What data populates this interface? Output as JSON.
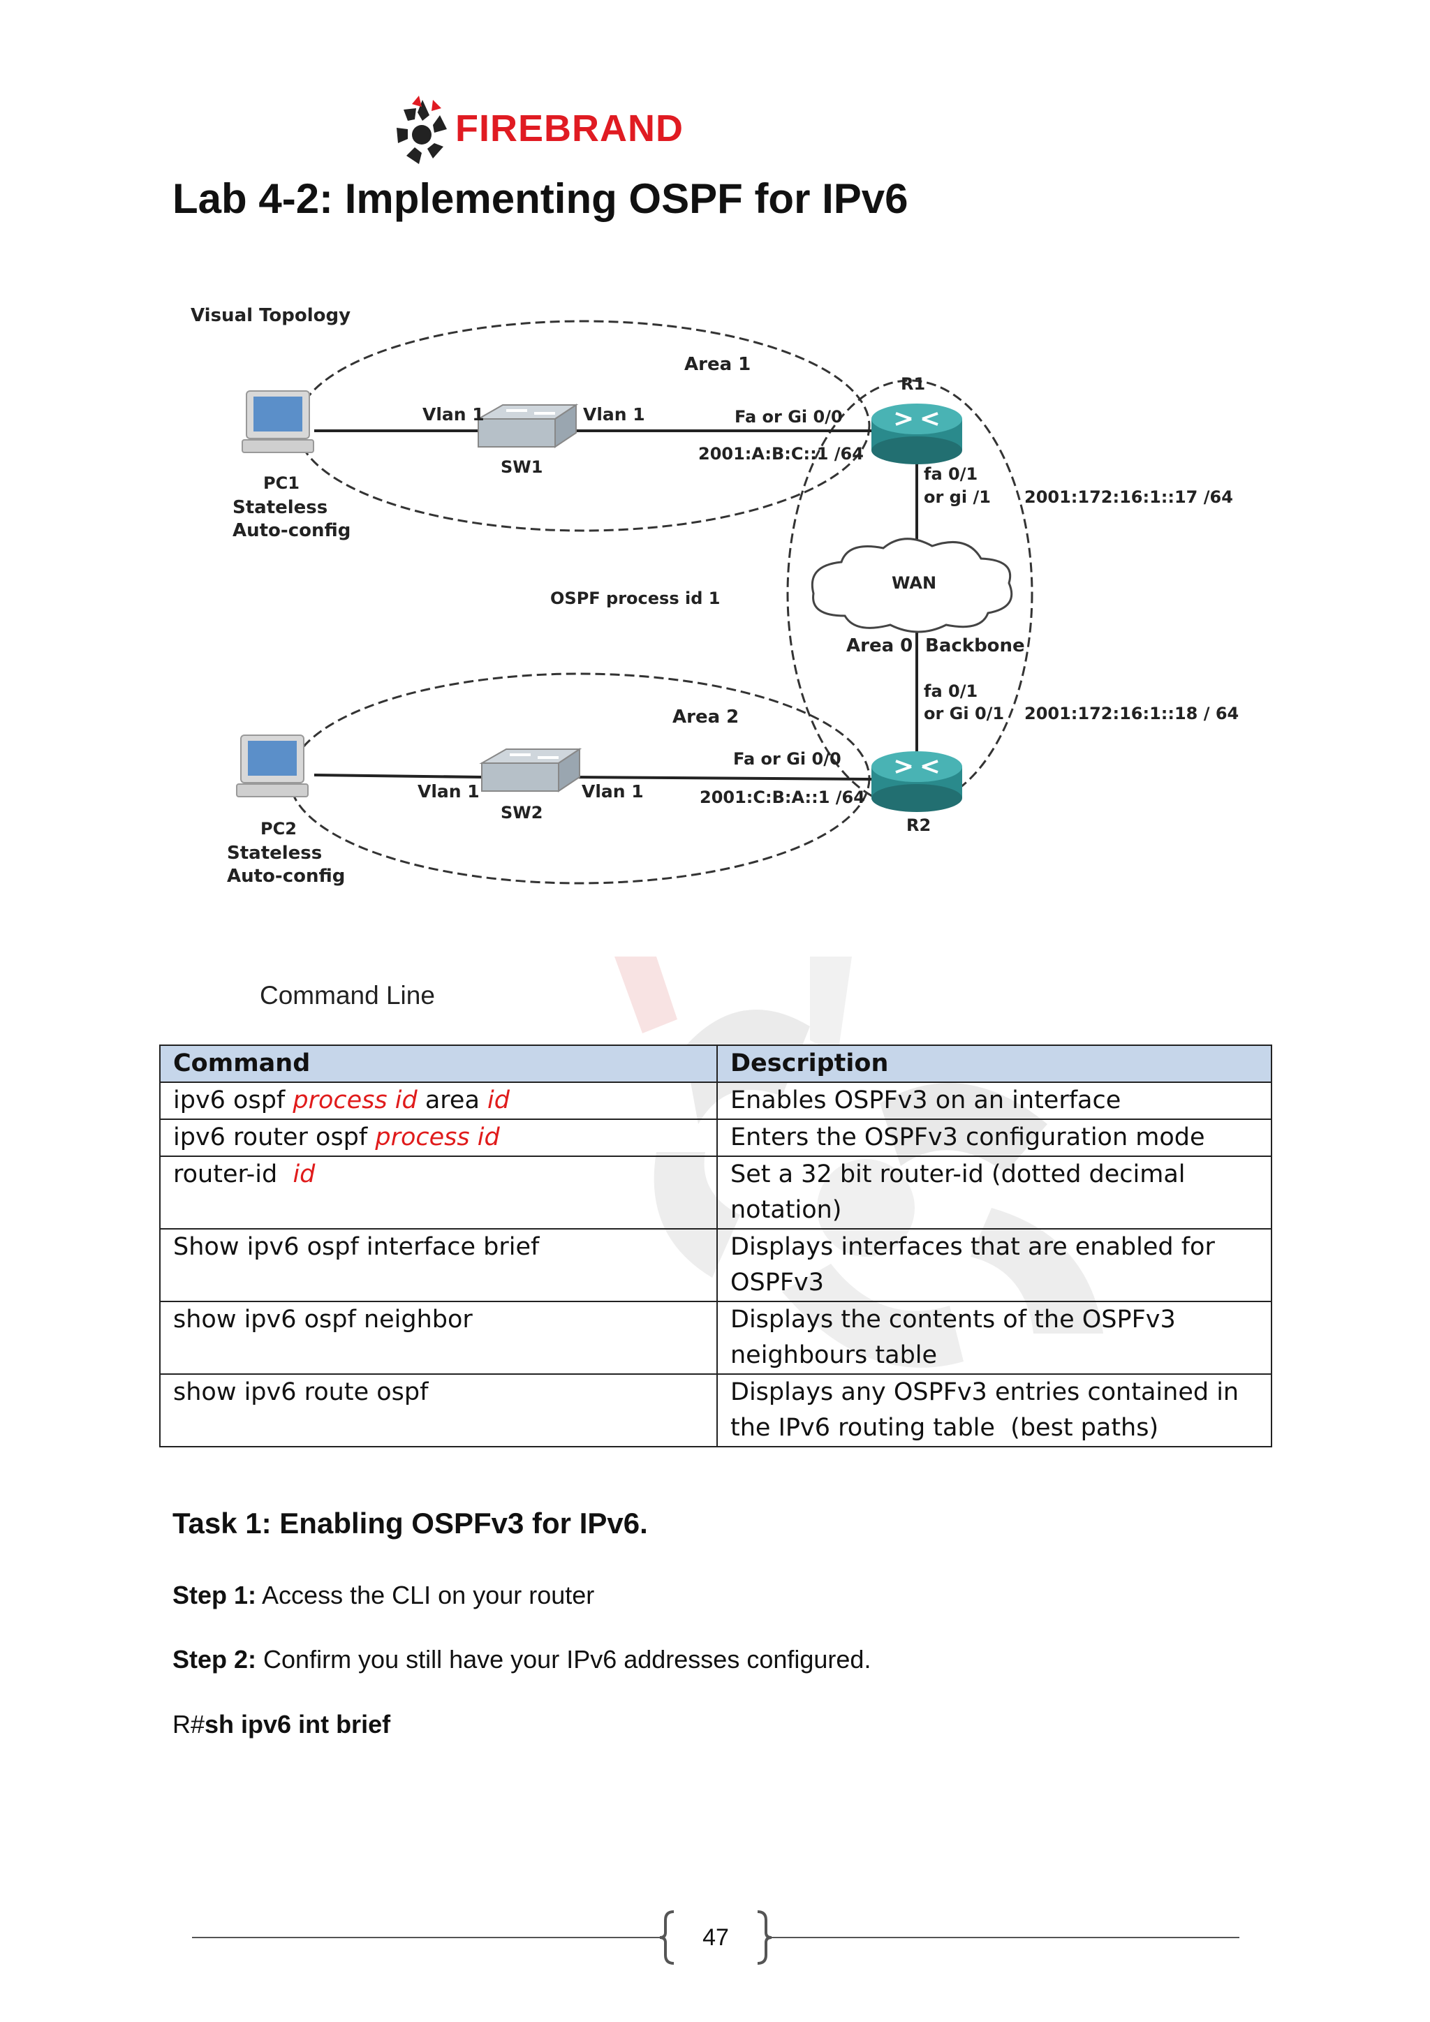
{
  "logo": {
    "text": "FIREBRAND"
  },
  "title": "Lab 4-2: Implementing OSPF for IPv6",
  "topology": {
    "visual_topology": "Visual Topology",
    "area1": "Area 1",
    "r1": "R1",
    "r2": "R2",
    "sw1": "SW1",
    "sw2": "SW2",
    "pc1": "PC1",
    "pc2": "PC2",
    "stateless": "Stateless",
    "autoconfig": "Auto-config",
    "vlan1": "Vlan 1",
    "fa_gi_00": "Fa or Gi 0/0",
    "addr_a": "2001:A:B:C::1 /64",
    "r1_fa01": "fa 0/1",
    "r1_gi1": "or gi /1",
    "addr_17": "2001:172:16:1::17 /64",
    "wan": "WAN",
    "ospf_process": "OSPF process id 1",
    "area0": "Area 0",
    "backbone": "Backbone",
    "r2_fa01": "fa 0/1",
    "r2_gi01": "or Gi 0/1",
    "addr_18": "2001:172:16:1::18 / 64",
    "area2": "Area 2",
    "addr_c": "2001:C:B:A::1 /64"
  },
  "command_line_label": "Command Line",
  "table": {
    "header": {
      "command": "Command",
      "description": "Description"
    },
    "rows": [
      {
        "cmd_a": "ipv6 ospf ",
        "cmd_var1": "process id",
        "cmd_b": " area ",
        "cmd_var2": "id",
        "desc": "Enables OSPFv3 on an interface"
      },
      {
        "cmd_a": "ipv6 router ospf ",
        "cmd_var1": "process id",
        "desc": "Enters the OSPFv3 configuration mode"
      },
      {
        "cmd_a": "router-id  ",
        "cmd_var1": "id",
        "desc": "Set a 32 bit router-id (dotted decimal notation)"
      },
      {
        "cmd_a": "Show ipv6 ospf interface brief",
        "desc": "Displays interfaces that are enabled for OSPFv3"
      },
      {
        "cmd_a": "show ipv6 ospf neighbor",
        "desc": "Displays the contents of the OSPFv3 neighbours table"
      },
      {
        "cmd_a": "show ipv6 route ospf",
        "desc": "Displays any OSPFv3 entries contained in the IPv6 routing table  (best paths)"
      }
    ]
  },
  "task1": "Task 1: Enabling OSPFv3 for IPv6.",
  "step1": {
    "label": "Step 1:",
    "text": " Access the CLI on your router"
  },
  "step2": {
    "label": "Step 2:",
    "text": " Confirm you still have your IPv6 addresses configured."
  },
  "command": {
    "prompt": "R#",
    "cmd": "sh ipv6 int brief"
  },
  "page_number": "47",
  "colors": {
    "brand_red": "#e01b22",
    "table_header": "#c6d6ea",
    "variable_red": "#e01b1b",
    "router_teal": "#2a8a8c"
  }
}
